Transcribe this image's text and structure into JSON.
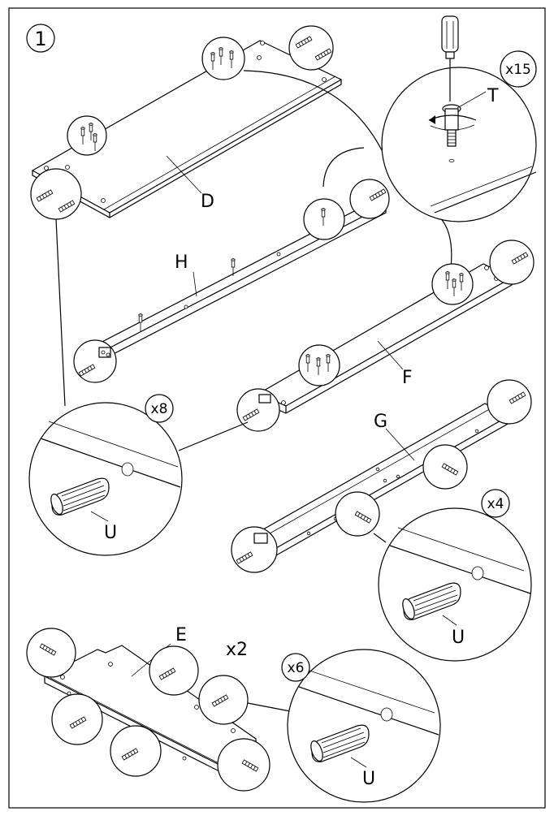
{
  "step": {
    "number": "1"
  },
  "parts": {
    "D": "D",
    "H": "H",
    "F": "F",
    "G": "G",
    "E": "E",
    "T": "T"
  },
  "quantities": {
    "screws": "x15",
    "dowels_main": "x8",
    "dowels_g": "x4",
    "dowels_e": "x6",
    "panel_e": "x2"
  },
  "callouts": {
    "dowel_main": "U",
    "dowel_g": "U",
    "dowel_e": "U"
  }
}
